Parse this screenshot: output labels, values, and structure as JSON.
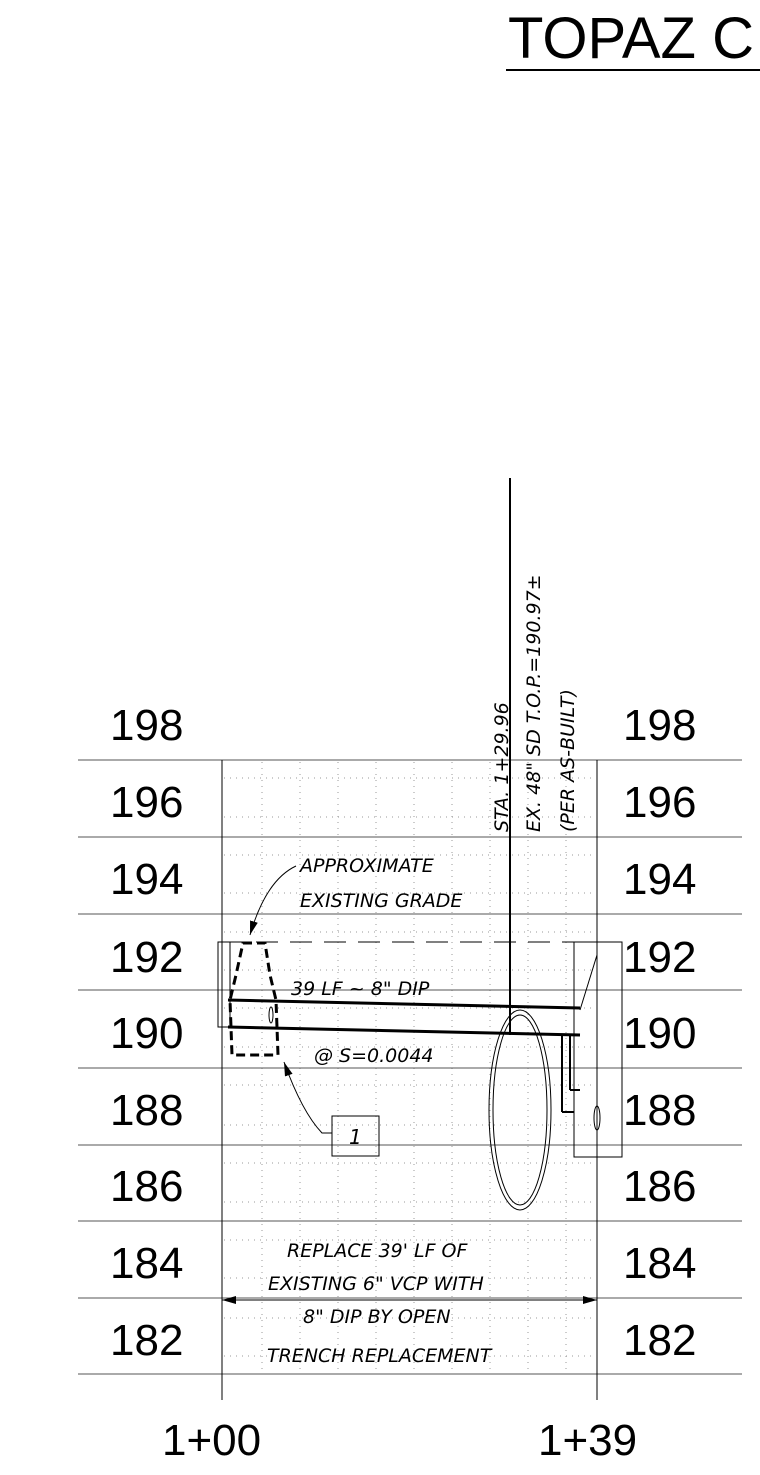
{
  "sheet_title": "TOPAZ C",
  "elevations": [
    "198",
    "196",
    "194",
    "192",
    "190",
    "188",
    "186",
    "184",
    "182"
  ],
  "stations": {
    "start": "1+00",
    "end": "1+39"
  },
  "callouts": {
    "existing_grade_line1": "APPROXIMATE",
    "existing_grade_line2": "EXISTING GRADE",
    "pipe_length": "39 LF ~ 8\" DIP",
    "pipe_slope": "@ S=0.0044",
    "note_number": "1",
    "crossing_line1": "STA. 1+29.96",
    "crossing_line2": "EX. 48\" SD T.O.P.=190.97±",
    "crossing_line3": "(PER AS-BUILT)",
    "replace_line1": "REPLACE 39' LF OF",
    "replace_line2": "EXISTING 6\" VCP WITH",
    "replace_line3": "8\" DIP BY OPEN",
    "replace_line4": "TRENCH REPLACEMENT"
  }
}
